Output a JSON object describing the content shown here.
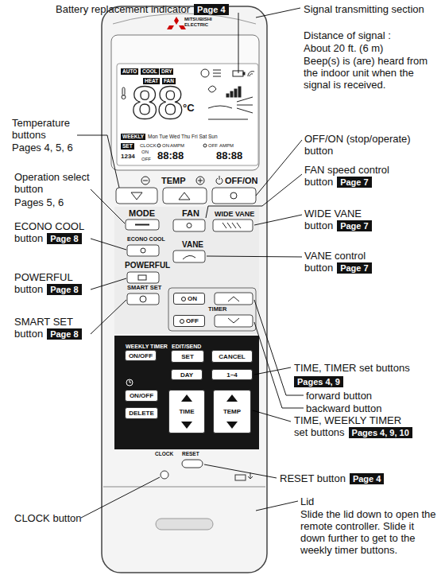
{
  "diagram": {
    "nodes": [
      {
        "text": [
          "Page 4"
        ]
      },
      {
        "text": [
          "AUTO"
        ]
      },
      {
        "text": [
          "COOL"
        ]
      },
      {
        "text": [
          "DRY"
        ]
      },
      {
        "text": [
          "HEAT"
        ]
      },
      {
        "text": [
          "FAN"
        ]
      },
      {
        "text": [
          "WEEKLY"
        ]
      },
      {
        "text": [
          "SET"
        ]
      },
      {
        "text": [
          "Page 7"
        ]
      },
      {
        "text": [
          "Page 7"
        ]
      },
      {
        "text": [
          "Page 8"
        ]
      },
      {
        "text": [
          "Page 7"
        ]
      },
      {
        "text": [
          "Page 8"
        ]
      },
      {
        "text": [
          "ON"
        ]
      },
      {
        "text": [
          "OFF"
        ]
      },
      {
        "text": [
          "Page 8"
        ]
      },
      {
        "text": [
          "WEEKLY TIMER",
          "ON/OFF"
        ]
      },
      {
        "text": [
          "EDIT/SEND",
          "SET"
        ]
      },
      {
        "text": [
          "CANCEL"
        ]
      },
      {
        "text": [
          "Pages 4, 9"
        ]
      },
      {
        "text": [
          "DAY"
        ]
      },
      {
        "text": [
          "1~4"
        ]
      },
      {
        "text": [
          "ON/OFF"
        ]
      },
      {
        "text": [
          "DELETE"
        ]
      },
      {
        "text": [
          "TIME"
        ]
      },
      {
        "text": [
          "TEMP"
        ]
      },
      {
        "text": [
          "Pages 4, 9, 10"
        ]
      },
      {
        "text": [
          "Page 4"
        ]
      }
    ],
    "labels": [
      "Battery replacement indicator",
      "Signal transmitting section",
      "Distance of signal :",
      "About 20 ft. (6 m)",
      "Beep(s) is (are) heard from the indoor unit when the signal is received.",
      "MITSUBISHI ELECTRIC",
      "88",
      "°C",
      "Mon Tue Wed Thu Fri Sat Sun",
      "CLOCK",
      "ON",
      "AMPM",
      "OFF",
      "AMPM",
      "1234",
      "ON",
      "OFF",
      "88:88",
      "88:88",
      "Temperature buttons",
      "Pages 4, 5, 6",
      "TEMP",
      "OFF/ON",
      "OFF/ON (stop/operate) button",
      "FAN speed control button",
      "Operation select button",
      "Pages 5, 6",
      "MODE",
      "FAN",
      "WIDE VANE",
      "WIDE VANE button",
      "ECONO COOL",
      "ECONO COOL button",
      "VANE",
      "VANE control button",
      "POWERFUL",
      "POWERFUL button",
      "SMART SET",
      "SMART SET button",
      "TIMER",
      "TIME, TIMER set buttons",
      "forward button",
      "backward button",
      "TIME, WEEKLY TIMER set buttons",
      "CLOCK",
      "RESET",
      "RESET button",
      "CLOCK button",
      "Lid",
      "Slide the lid down to open the remote controller. Slide it down further to get to the weekly timer buttons."
    ]
  }
}
